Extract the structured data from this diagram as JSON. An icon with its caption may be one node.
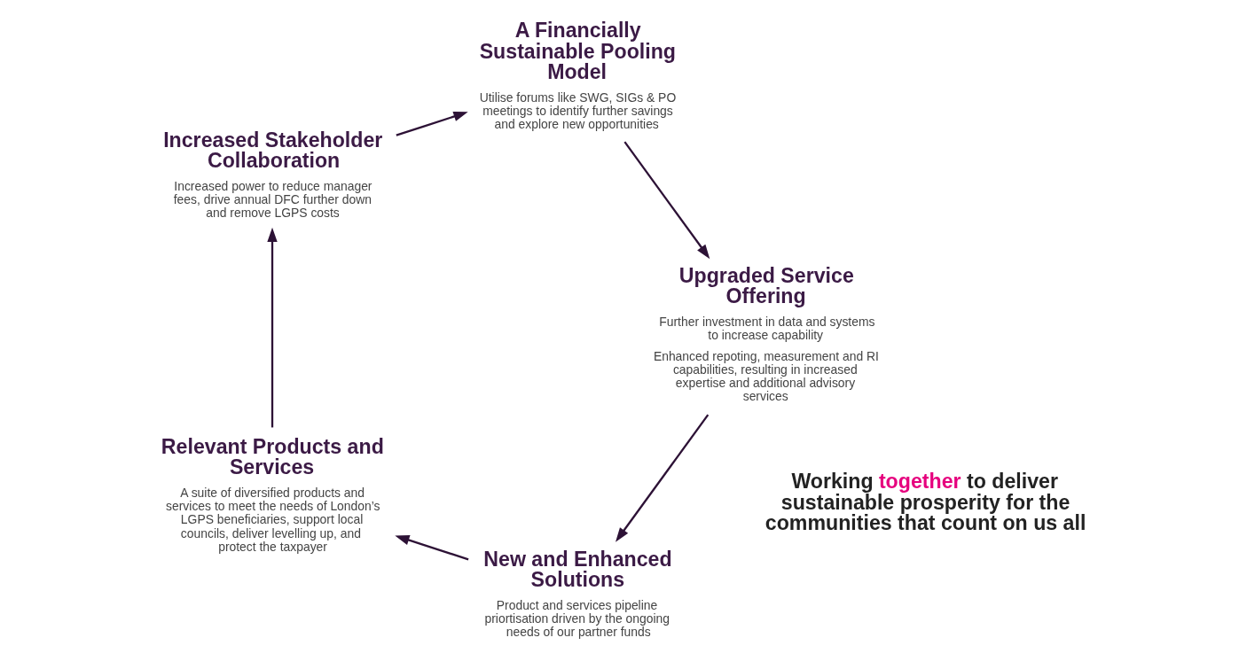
{
  "diagram": {
    "nodes": [
      {
        "text": [
          "New and Enhanced Solutions"
        ],
        "beside": [
          "Product and services pipeline priortisation driven by the ongoing needs of our partner funds"
        ]
      },
      {
        "text": [
          "Relevant Products and Services"
        ],
        "beside": [
          "A suite of diversified products and services to meet the needs of London’s LGPS beneficiaries, support local councils, deliver levelling up, and protect the taxpayer"
        ]
      },
      {
        "text": [
          "Increased Stakeholder Collaboration"
        ],
        "beside": [
          "Increased power to reduce manager fees, drive annual DFC further down and remove LGPS costs"
        ]
      },
      {
        "text": [
          "A Financially Sustainable Pooling Model"
        ],
        "beside": [
          "Utilise forums like SWG, SIGs & PO meetings to identify further savings and explore new opportunities"
        ]
      },
      {
        "text": [
          "Upgraded Service Offering"
        ],
        "beside": [
          "Further investment in data and systems to increase capability",
          "Enhanced repoting, measurement and RI capabilities, resulting in increased expertise and additional advisory services"
        ]
      }
    ],
    "edges": [
      {
        "from": 0,
        "to": 1,
        "arrow": "to"
      },
      {
        "from": 1,
        "to": 2,
        "arrow": "to"
      },
      {
        "from": 2,
        "to": 3,
        "arrow": "to"
      },
      {
        "from": 3,
        "to": 4,
        "arrow": "to"
      },
      {
        "from": 4,
        "to": 0,
        "arrow": "to"
      }
    ],
    "labels": [
      "Working **together** to deliver sustainable prosperity for the communities that count on us all"
    ]
  }
}
